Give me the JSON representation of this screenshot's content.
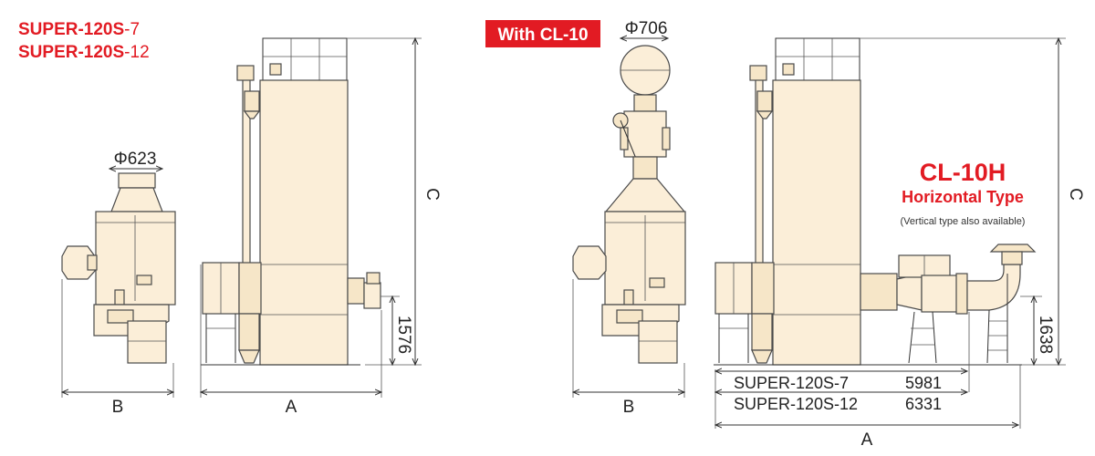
{
  "left_models": {
    "line1_prefix": "SUPER-120S",
    "line1_suffix": "-7",
    "line2_prefix": "SUPER-120S",
    "line2_suffix": "-12"
  },
  "badge": {
    "label": "With CL-10",
    "color": "#e21b23"
  },
  "cl10h": {
    "title": "CL-10H",
    "subtitle": "Horizontal Type",
    "note": "(Vertical type also available)"
  },
  "dimensions": {
    "phi_left": "Φ623",
    "phi_right": "Φ706",
    "height_left": "1576",
    "height_right": "1638",
    "label_c": "C",
    "label_b": "B",
    "label_a": "A"
  },
  "length_table": [
    {
      "model": "SUPER-120S-7",
      "value": "5981"
    },
    {
      "model": "SUPER-120S-12",
      "value": "6331"
    }
  ],
  "colors": {
    "accent": "#e21b23",
    "equipment_fill": "#fbeed8",
    "outline": "#4a4a4a"
  }
}
